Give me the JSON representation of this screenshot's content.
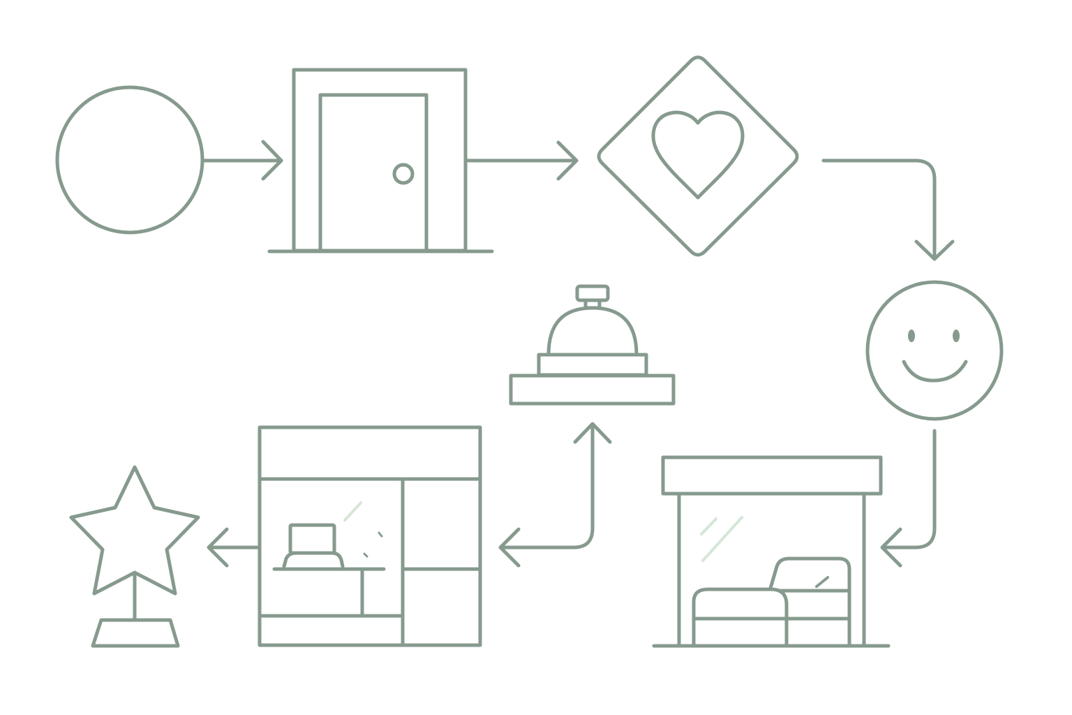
{
  "theme": {
    "stroke": "#869A8E",
    "fill": "#D5E6D6",
    "background": "#FFFFFF",
    "highlight": "#FFFFFF"
  },
  "nodes": [
    {
      "id": "confirmed",
      "icon": "check-circle-icon"
    },
    {
      "id": "entrance",
      "icon": "door-icon"
    },
    {
      "id": "care",
      "icon": "heart-diamond-icon"
    },
    {
      "id": "happy",
      "icon": "smiley-face-icon"
    },
    {
      "id": "room",
      "icon": "bedroom-icon"
    },
    {
      "id": "reception",
      "icon": "service-bell-icon"
    },
    {
      "id": "lobby",
      "icon": "front-desk-icon"
    },
    {
      "id": "rating",
      "icon": "star-trophy-icon"
    }
  ],
  "edges": [
    {
      "from": "confirmed",
      "to": "entrance"
    },
    {
      "from": "entrance",
      "to": "care"
    },
    {
      "from": "care",
      "to": "happy"
    },
    {
      "from": "happy",
      "to": "room"
    },
    {
      "from": "lobby",
      "to": "reception",
      "bidirectional": true
    },
    {
      "from": "lobby",
      "to": "rating"
    }
  ]
}
